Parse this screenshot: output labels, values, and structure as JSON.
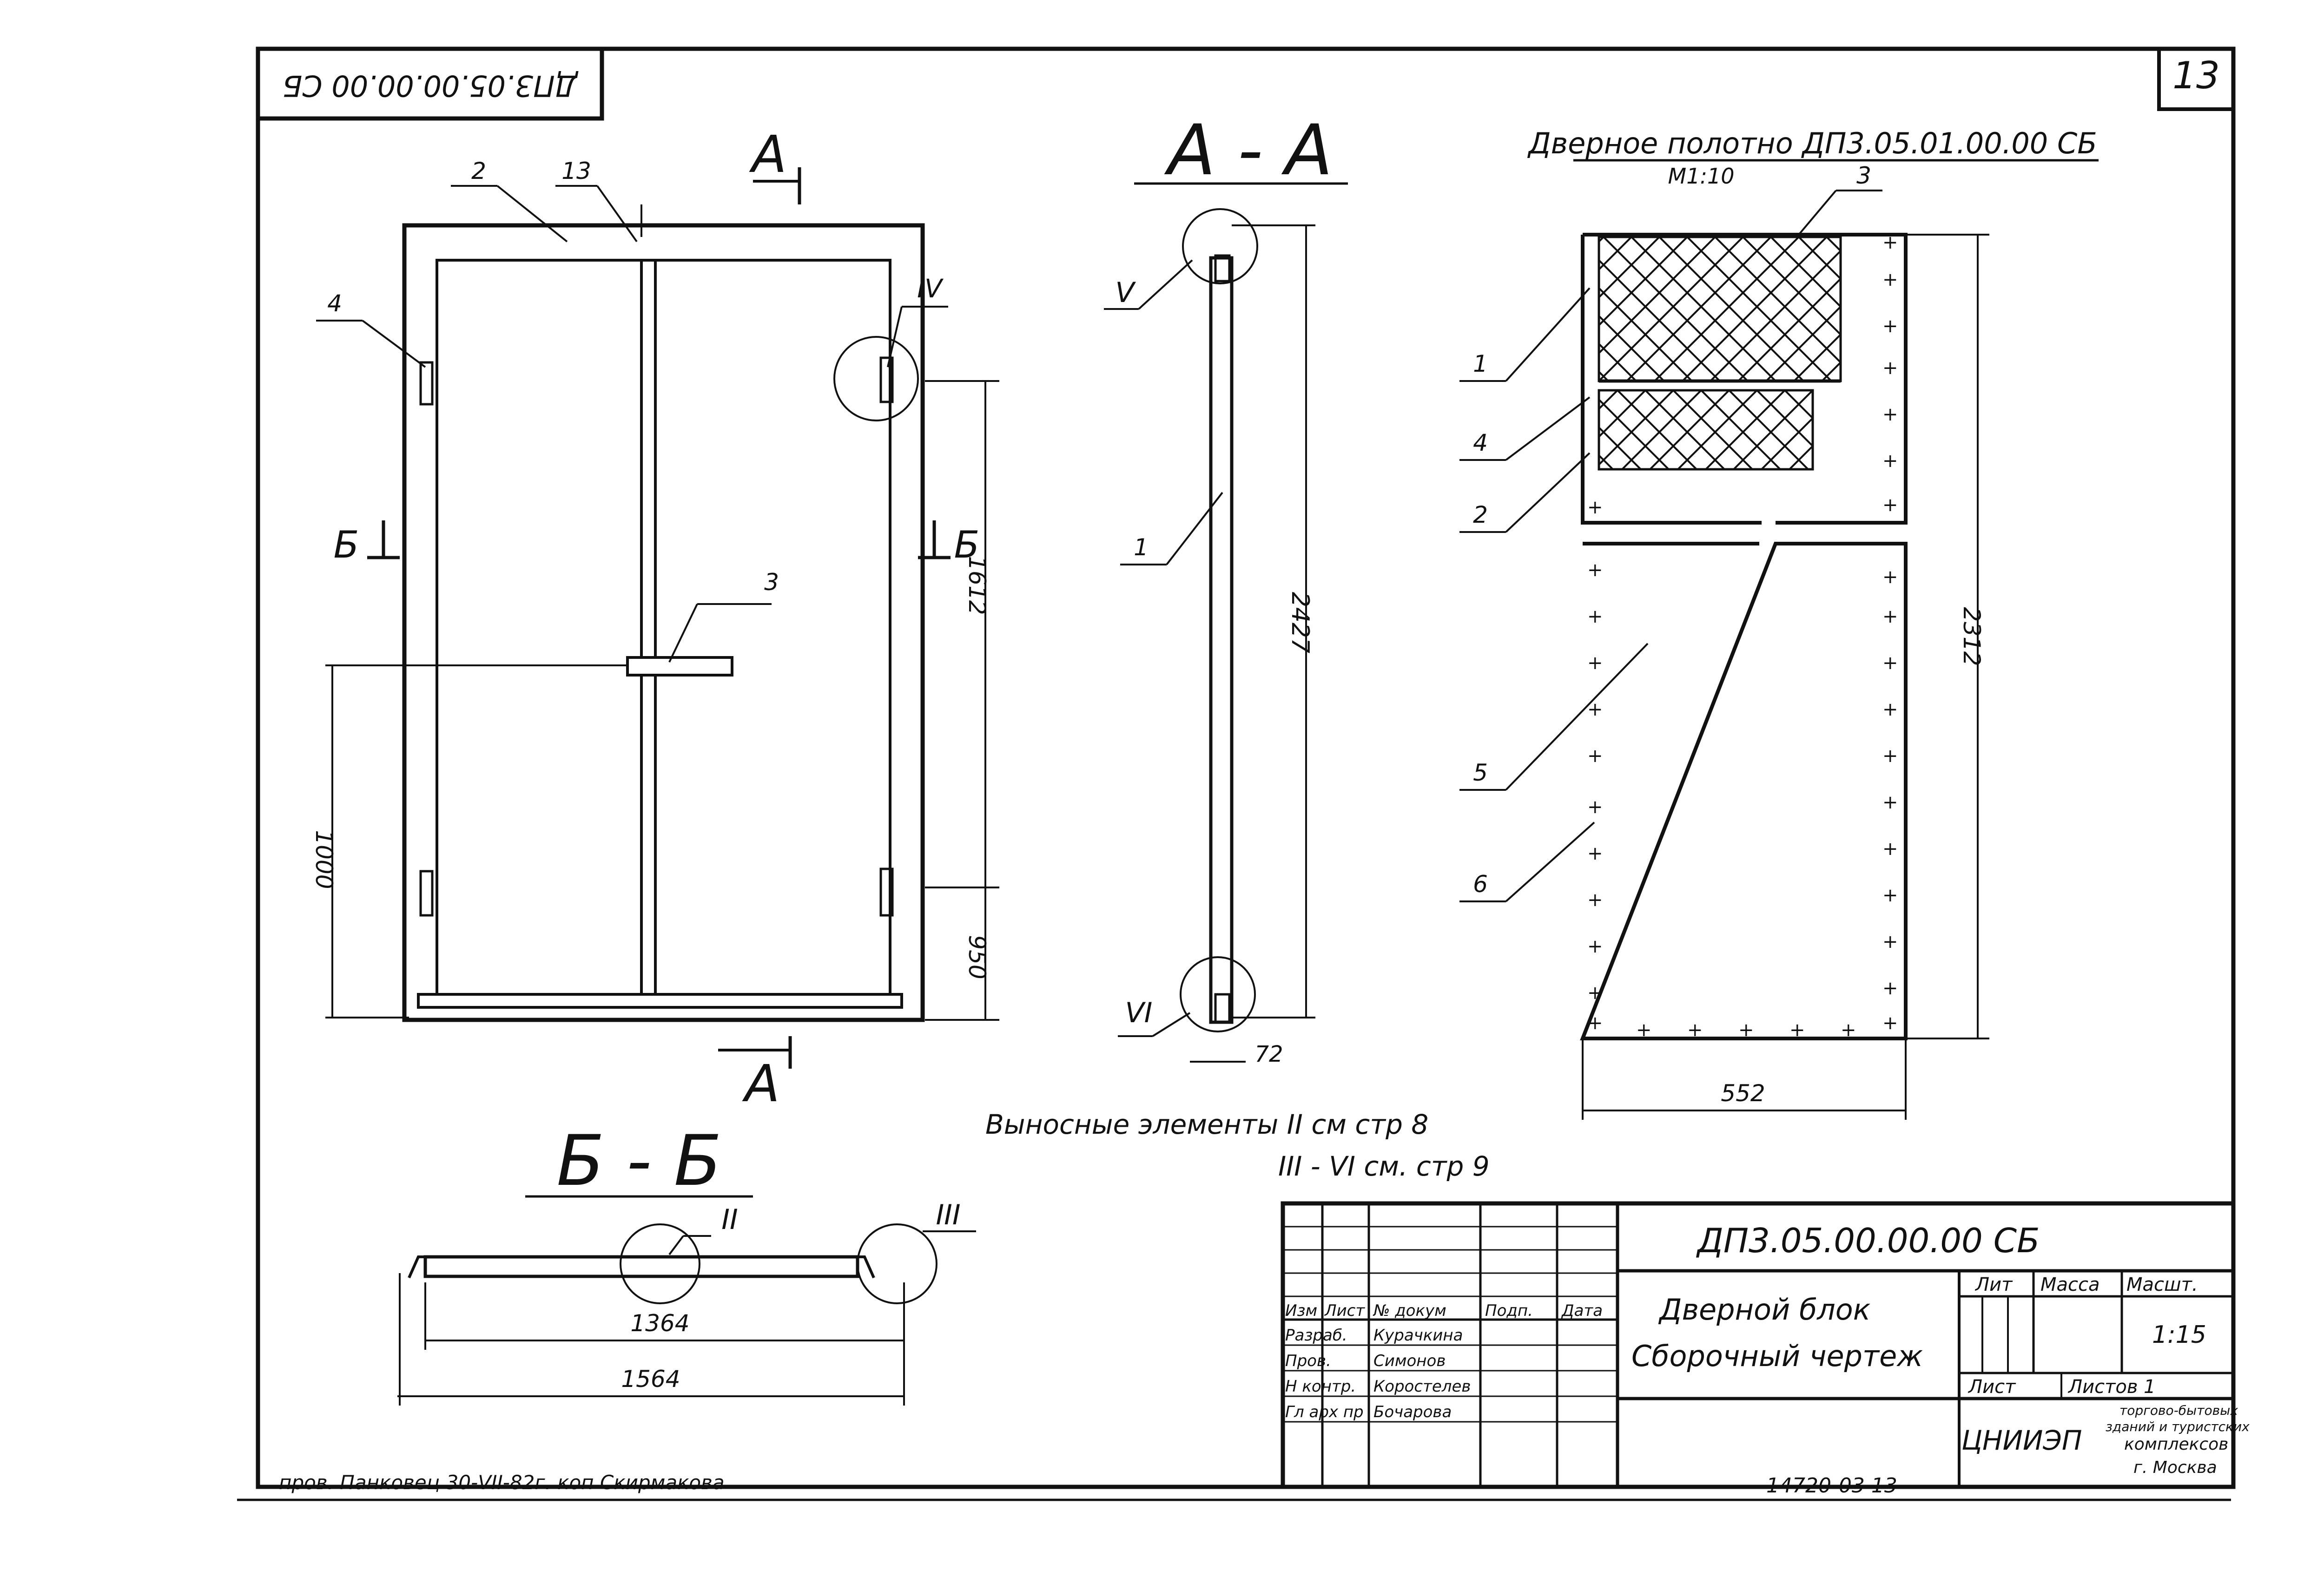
{
  "sheet": {
    "stamp_code_rotated": "ДП3.05.00.00.00 СБ",
    "page_number": "13"
  },
  "view_front": {
    "section_a_top": "А",
    "section_a_bottom": "А",
    "section_b_left": "Б",
    "section_b_right": "Б",
    "callouts": [
      "2",
      "13",
      "4",
      "IV",
      "3"
    ],
    "dims": {
      "height_1000": "1000",
      "height_1612": "1612",
      "height_950": "950"
    }
  },
  "view_aa": {
    "title": "А - А",
    "callouts": [
      "V",
      "1",
      "VI"
    ],
    "dims": {
      "height": "2427",
      "thickness": "72"
    }
  },
  "leaf": {
    "title": "Дверное полотно ДП3.05.01.00.00 СБ",
    "scale": "М1:10",
    "callouts": [
      "3",
      "1",
      "4",
      "2",
      "5",
      "6"
    ],
    "dims": {
      "height": "2312",
      "width": "552"
    }
  },
  "notes": {
    "line1": "Выносные элементы  II  см стр 8",
    "line2": "III - VI  см. стр 9"
  },
  "view_bb": {
    "title": "Б - Б",
    "callouts": [
      "II",
      "III"
    ],
    "dims": {
      "inner": "1364",
      "outer": "1564"
    }
  },
  "title_block": {
    "code": "ДП3.05.00.00.00 СБ",
    "name_line1": "Дверной блок",
    "name_line2": "Сборочный чертеж",
    "headers": [
      "Изм",
      "Лист",
      "№ докум",
      "Подп.",
      "Дата"
    ],
    "roles": [
      "Разраб.",
      "Пров.",
      "Н контр.",
      "Гл арх пр"
    ],
    "names": [
      "Курачкина",
      "Симонов",
      "Коростелев",
      "Бочарова"
    ],
    "lit": "Лит",
    "mass": "Масса",
    "scale_label": "Масшт.",
    "scale_value": "1:15",
    "sheet_label": "Лист",
    "sheets_label": "Листов 1",
    "org": "ЦНИИЭП",
    "org_desc_1": "торгово-бытовых",
    "org_desc_2": "зданий и туристских",
    "org_desc_3": "комплексов",
    "org_desc_4": "г. Москва"
  },
  "footer": {
    "left": "пров. Панковец 30-VII-82г. коп Скирмакова",
    "right": "14720-03  13"
  }
}
